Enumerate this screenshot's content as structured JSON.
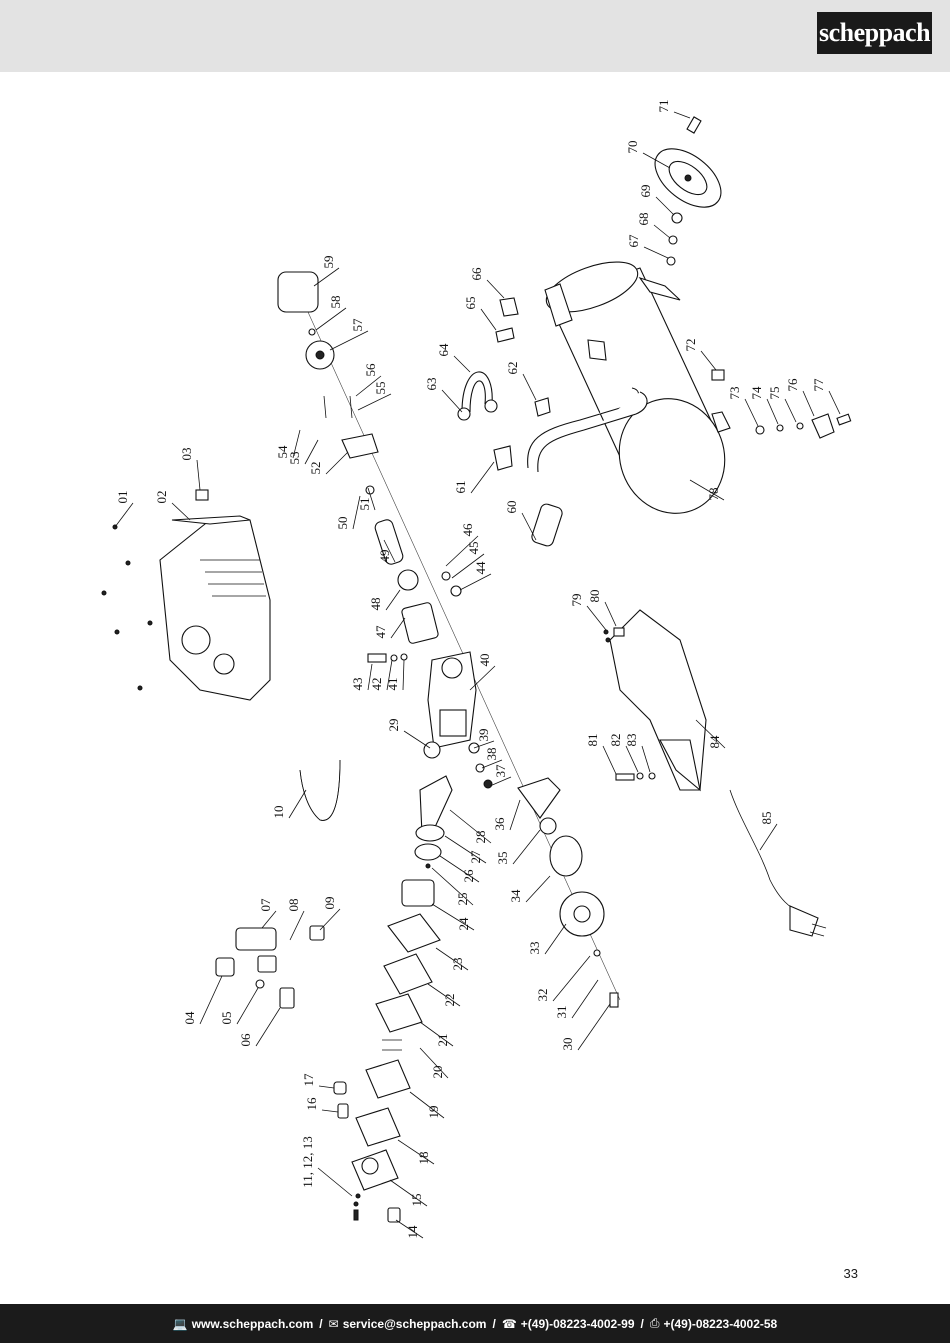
{
  "header": {
    "brand": "scheppach"
  },
  "diagram": {
    "callouts": [
      "01",
      "02",
      "03",
      "04",
      "05",
      "06",
      "07",
      "08",
      "09",
      "10",
      "11, 12, 13",
      "14",
      "15",
      "16",
      "17",
      "18",
      "19",
      "20",
      "21",
      "22",
      "23",
      "24",
      "25",
      "26",
      "27",
      "28",
      "29",
      "30",
      "31",
      "32",
      "33",
      "34",
      "35",
      "36",
      "37",
      "38",
      "39",
      "40",
      "41",
      "42",
      "43",
      "44",
      "45",
      "46",
      "47",
      "48",
      "49",
      "50",
      "51",
      "52",
      "53",
      "54",
      "55",
      "56",
      "57",
      "58",
      "59",
      "60",
      "61",
      "62",
      "63",
      "64",
      "65",
      "66",
      "67",
      "68",
      "69",
      "70",
      "71",
      "72",
      "73",
      "74",
      "75",
      "76",
      "77",
      "78",
      "79",
      "80",
      "81",
      "82",
      "83",
      "84",
      "85"
    ]
  },
  "page_number": "33",
  "footer": {
    "website": "www.scheppach.com",
    "email": "service@scheppach.com",
    "phone": "+(49)-08223-4002-99",
    "fax": "+(49)-08223-4002-58",
    "separator": "/"
  },
  "icons": [
    "computer-icon",
    "mail-icon",
    "phone-icon",
    "fax-icon"
  ],
  "colors": {
    "header_bg": "#e3e3e3",
    "footer_bg": "#1b1b1b",
    "brand_bg": "#1a1a1a"
  }
}
